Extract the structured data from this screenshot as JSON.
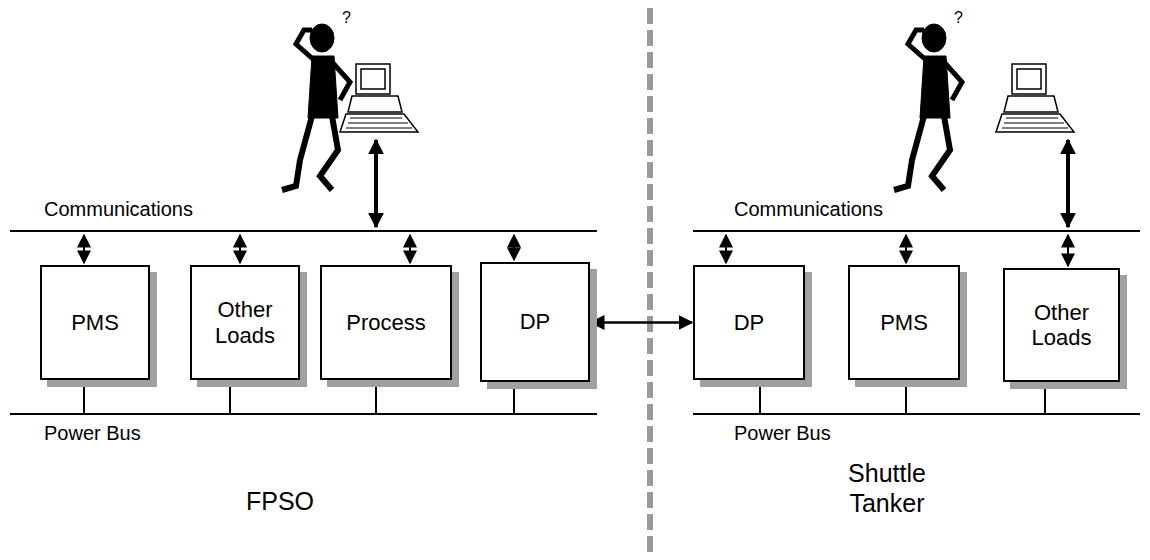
{
  "diagram": {
    "nodes": [
      {
        "text": [
          "PMS"
        ]
      },
      {
        "text": [
          "Other Loads"
        ]
      },
      {
        "text": [
          "Process"
        ]
      },
      {
        "text": [
          "DP"
        ]
      },
      {
        "text": [
          "DP"
        ]
      },
      {
        "text": [
          "PMS"
        ]
      },
      {
        "text": [
          "Other Loads"
        ]
      }
    ],
    "edges": [
      {
        "from": 3,
        "to": 4,
        "arrow": "both"
      }
    ],
    "labels": [
      "?",
      "Communications",
      "Power Bus",
      "FPSO",
      "?",
      "Communications",
      "Power Bus",
      "Shuttle Tanker"
    ]
  }
}
